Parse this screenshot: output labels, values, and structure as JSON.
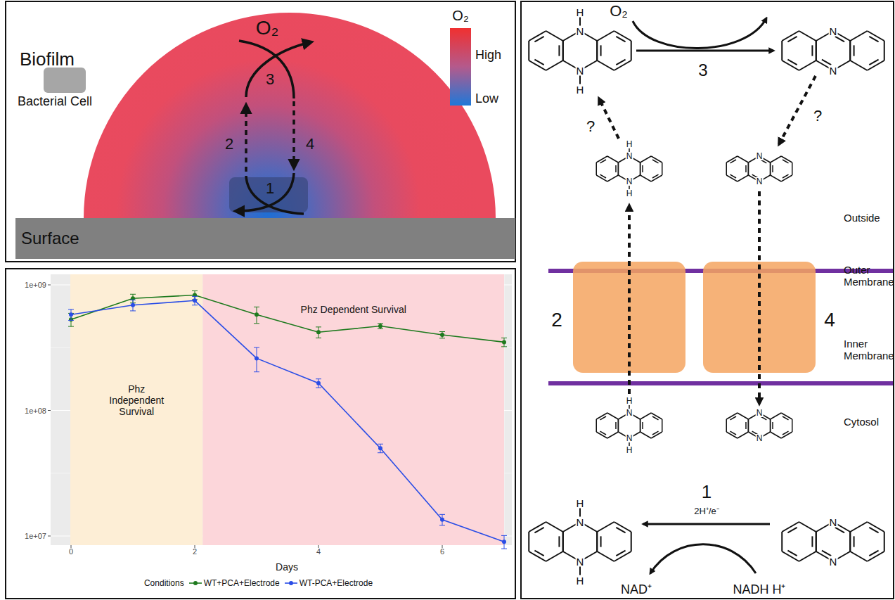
{
  "diagram": {
    "nodes": [
      {
        "text": [
          "Surface"
        ]
      },
      {
        "text": [
          "Phz Independent Survival"
        ]
      },
      {
        "text": [
          "Phz Dependent Survival"
        ]
      }
    ],
    "labels": [
      "Biofilm",
      "O₂",
      "High",
      "Low",
      "O₂",
      "3",
      "2",
      "4",
      "1",
      "1e+09",
      "1e+08",
      "1e+07",
      "0",
      "2",
      "4",
      "6",
      "Days",
      "Conditions",
      "O₂",
      "3",
      "?",
      "?",
      "Outside",
      "Outer Membrane",
      "Inner Membrane",
      "Cytosol",
      "2",
      "4",
      "1",
      "2H⁺/e⁻",
      "NAD⁺",
      "NADH H⁺",
      "H",
      "N",
      "N",
      "H",
      "N",
      "N",
      "H",
      "N",
      "N",
      "H",
      "N",
      "N",
      "H",
      "N",
      "N",
      "H",
      "N",
      "N",
      "H",
      "N",
      "N",
      "H",
      "N",
      "N"
    ],
    "legend": [
      {
        "text": "Bacterial Cell",
        "color": "#a6a6a6"
      },
      {
        "text": "WT+PCA+Electrode"
      },
      {
        "text": "WT-PCA+Electrode"
      }
    ]
  }
}
